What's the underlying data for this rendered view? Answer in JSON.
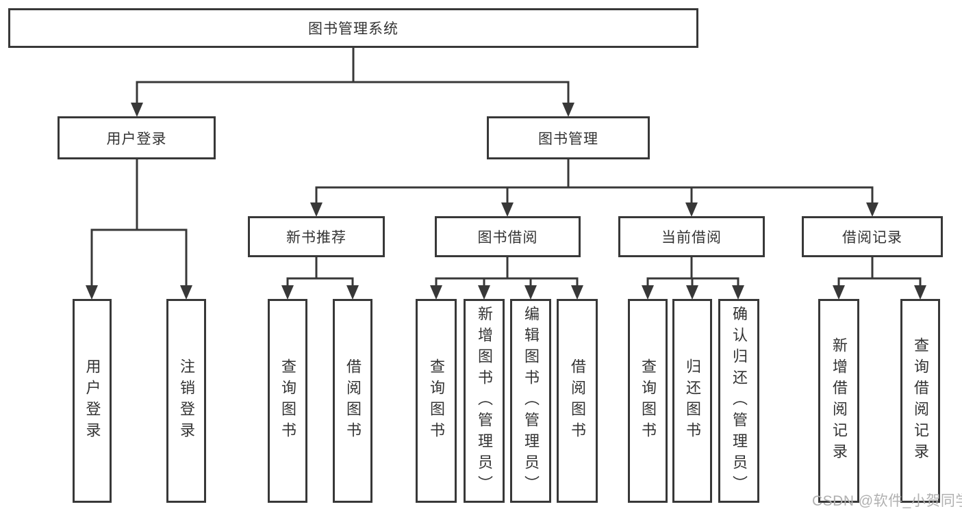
{
  "tree": {
    "root": {
      "label": "图书管理系统",
      "children": [
        {
          "label": "用户登录",
          "children": [
            {
              "label": "用户登录"
            },
            {
              "label": "注销登录"
            }
          ]
        },
        {
          "label": "图书管理",
          "children": [
            {
              "label": "新书推荐",
              "children": [
                {
                  "label": "查询图书"
                },
                {
                  "label": "借阅图书"
                }
              ]
            },
            {
              "label": "图书借阅",
              "children": [
                {
                  "label": "查询图书"
                },
                {
                  "label": "新增图书（管理员）"
                },
                {
                  "label": "编辑图书（管理员）"
                },
                {
                  "label": "借阅图书"
                }
              ]
            },
            {
              "label": "当前借阅",
              "children": [
                {
                  "label": "查询图书"
                },
                {
                  "label": "归还图书"
                },
                {
                  "label": "确认归还（管理员）"
                }
              ]
            },
            {
              "label": "借阅记录",
              "children": [
                {
                  "label": "新增借阅记录"
                },
                {
                  "label": "查询借阅记录"
                }
              ]
            }
          ]
        }
      ]
    }
  },
  "watermark": {
    "text": "CSDN @软件_小贺同学"
  },
  "colors": {
    "line": "#383838",
    "box_border": "#383838",
    "text": "#333333",
    "watermark": "#b0b0b0",
    "background": "#ffffff"
  }
}
